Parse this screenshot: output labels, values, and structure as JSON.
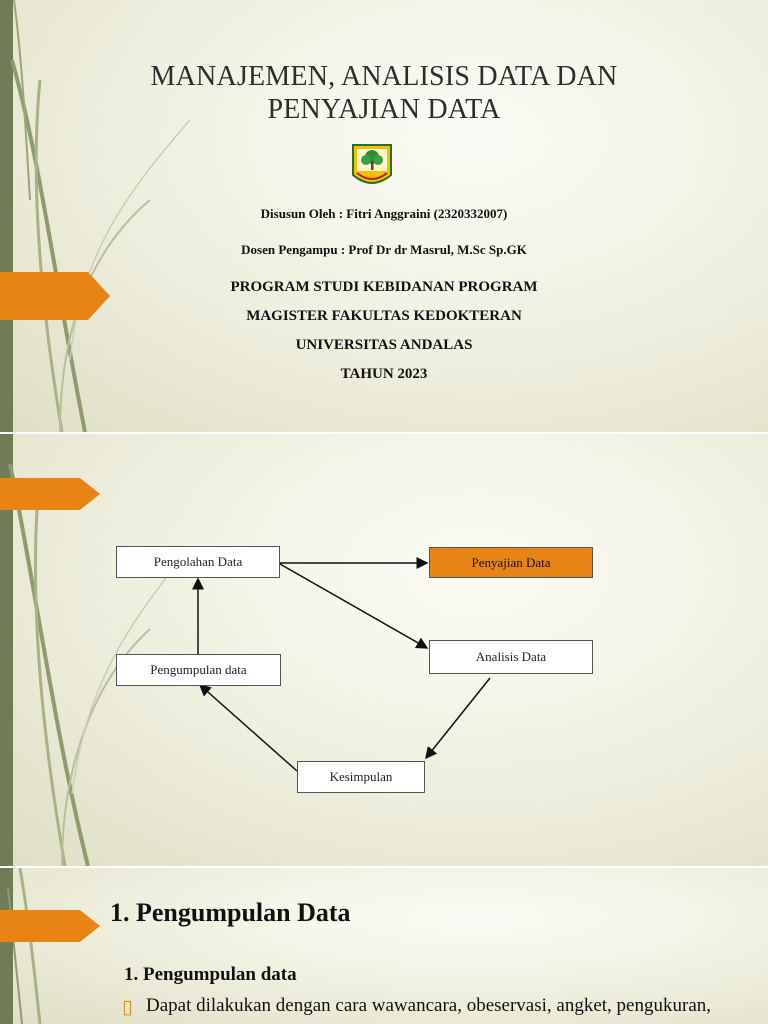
{
  "slide1": {
    "title_line1": "MANAJEMEN, ANALISIS DATA DAN",
    "title_line2": "PENYAJIAN DATA",
    "logo_icon": "university-crest-icon",
    "author": "Disusun Oleh : Fitri Anggraini (2320332007)",
    "lecturer": "Dosen Pengampu : Prof Dr dr Masrul, M.Sc Sp.GK",
    "institution_lines": [
      "PROGRAM STUDI KEBIDANAN PROGRAM",
      "MAGISTER FAKULTAS KEDOKTERAN",
      "UNIVERSITAS ANDALAS",
      "TAHUN 2023"
    ]
  },
  "slide2": {
    "diagram": {
      "pengolahan": "Pengolahan Data",
      "penyajian": "Penyajian Data",
      "analisis": "Analisis Data",
      "pengumpulan": "Pengumpulan data",
      "kesimpulan": "Kesimpulan"
    }
  },
  "slide3": {
    "heading": "1. Pengumpulan Data",
    "subheading": "1. Pengumpulan data",
    "bullet_text": "Dapat dilakukan dengan cara wawancara, obeservasi, angket, pengukuran,"
  },
  "colors": {
    "accent": "#e88414",
    "sidebar": "#6f7d55",
    "background": "#f1f1e2"
  }
}
